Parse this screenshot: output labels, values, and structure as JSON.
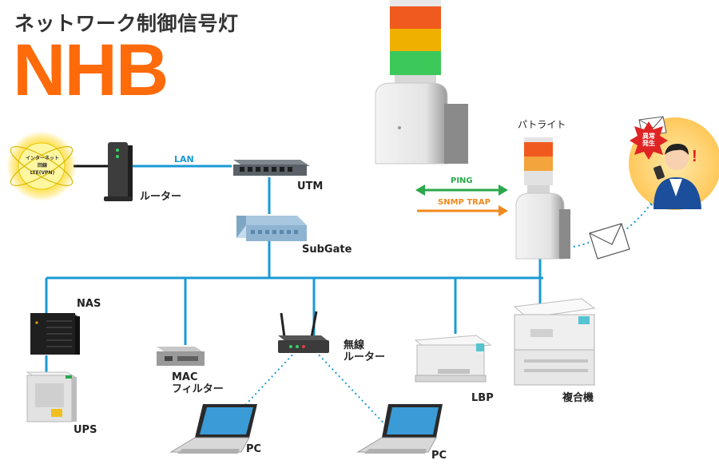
{
  "header": {
    "title": "ネットワーク制御信号灯",
    "logo": "NHB"
  },
  "labels": {
    "lan": "LAN",
    "router": "ルーター",
    "utm": "UTM",
    "subgate": "SubGate",
    "nas": "NAS",
    "ups": "UPS",
    "mac_filter": "MAC\nフィルター",
    "wireless_router": "無線\nルーター",
    "lbp": "LBP",
    "mfp": "複合機",
    "pc_left": "PC",
    "pc_right": "PC",
    "patlite": "パトライト",
    "ping": "PING",
    "snmp_trap": "SNMP TRAP",
    "internet_line1": "インターネット",
    "internet_line2": "回線",
    "internet_line3": "LTE(VPN)",
    "alert": "異常\n発生"
  },
  "colors": {
    "brand_orange": "#ff6a0a",
    "lan_blue": "#1a9ad6",
    "ping_green": "#2aa84a",
    "snmp_orange": "#f08a1e"
  }
}
